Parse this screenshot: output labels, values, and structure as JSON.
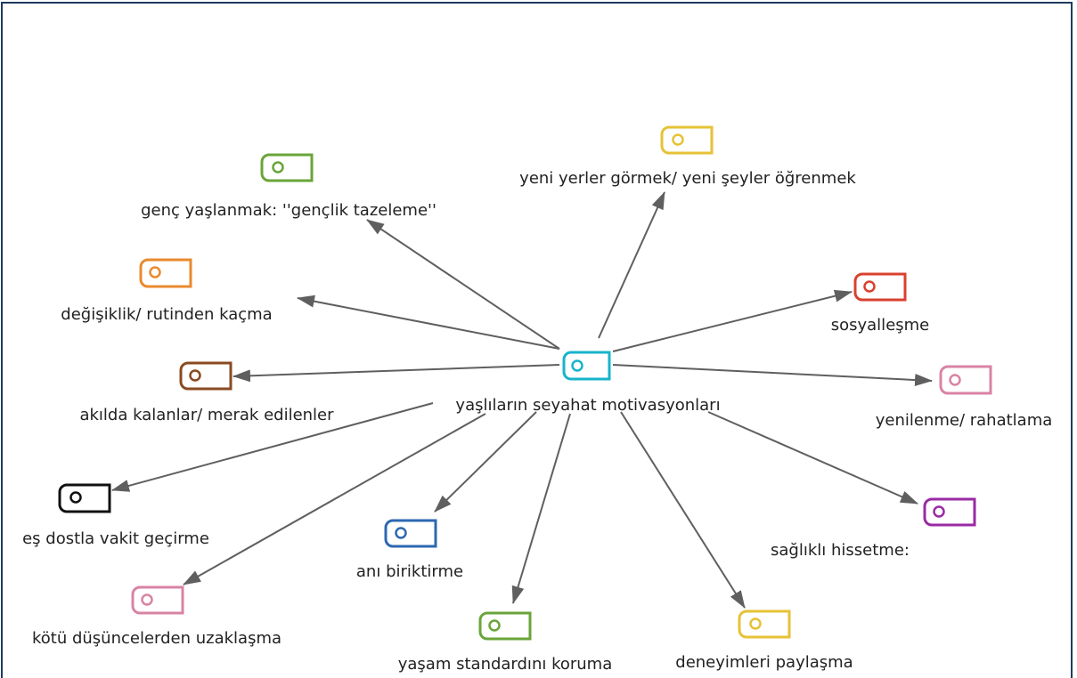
{
  "diagram": {
    "center": {
      "label": "yaşlıların seyahat motivasyonları",
      "color": "#17b4cc"
    },
    "nodes": [
      {
        "id": "genc-yaslanmak",
        "label": "genç yaşlanmak: ''gençlik tazeleme''",
        "color": "#6aa43a"
      },
      {
        "id": "yeni-yerler",
        "label": "yeni yerler görmek/ yeni şeyler öğrenmek",
        "color": "#e6c235"
      },
      {
        "id": "degisiklik",
        "label": "değişiklik/ rutinden kaçma",
        "color": "#ea8a2e"
      },
      {
        "id": "sosyallesme",
        "label": "sosyalleşme",
        "color": "#d9412f"
      },
      {
        "id": "akilda-kalanlar",
        "label": "akılda kalanlar/ merak edilenler",
        "color": "#8a4a1f"
      },
      {
        "id": "yenilenme",
        "label": "yenilenme/ rahatlama",
        "color": "#d983a4"
      },
      {
        "id": "es-dostla",
        "label": "eş dostla vakit geçirme",
        "color": "#111111"
      },
      {
        "id": "saglikli",
        "label": "sağlıklı hissetme:",
        "color": "#9a2aa3"
      },
      {
        "id": "ani-biriktirme",
        "label": "anı biriktirme",
        "color": "#2d68b0"
      },
      {
        "id": "kotu-dusunceler",
        "label": "kötü düşüncelerden uzaklaşma",
        "color": "#d983a4"
      },
      {
        "id": "yasam-standardi",
        "label": "yaşam standardını koruma",
        "color": "#6aa43a"
      },
      {
        "id": "deneyimler",
        "label": "deneyimleri paylaşma",
        "color": "#e6c235"
      }
    ]
  }
}
